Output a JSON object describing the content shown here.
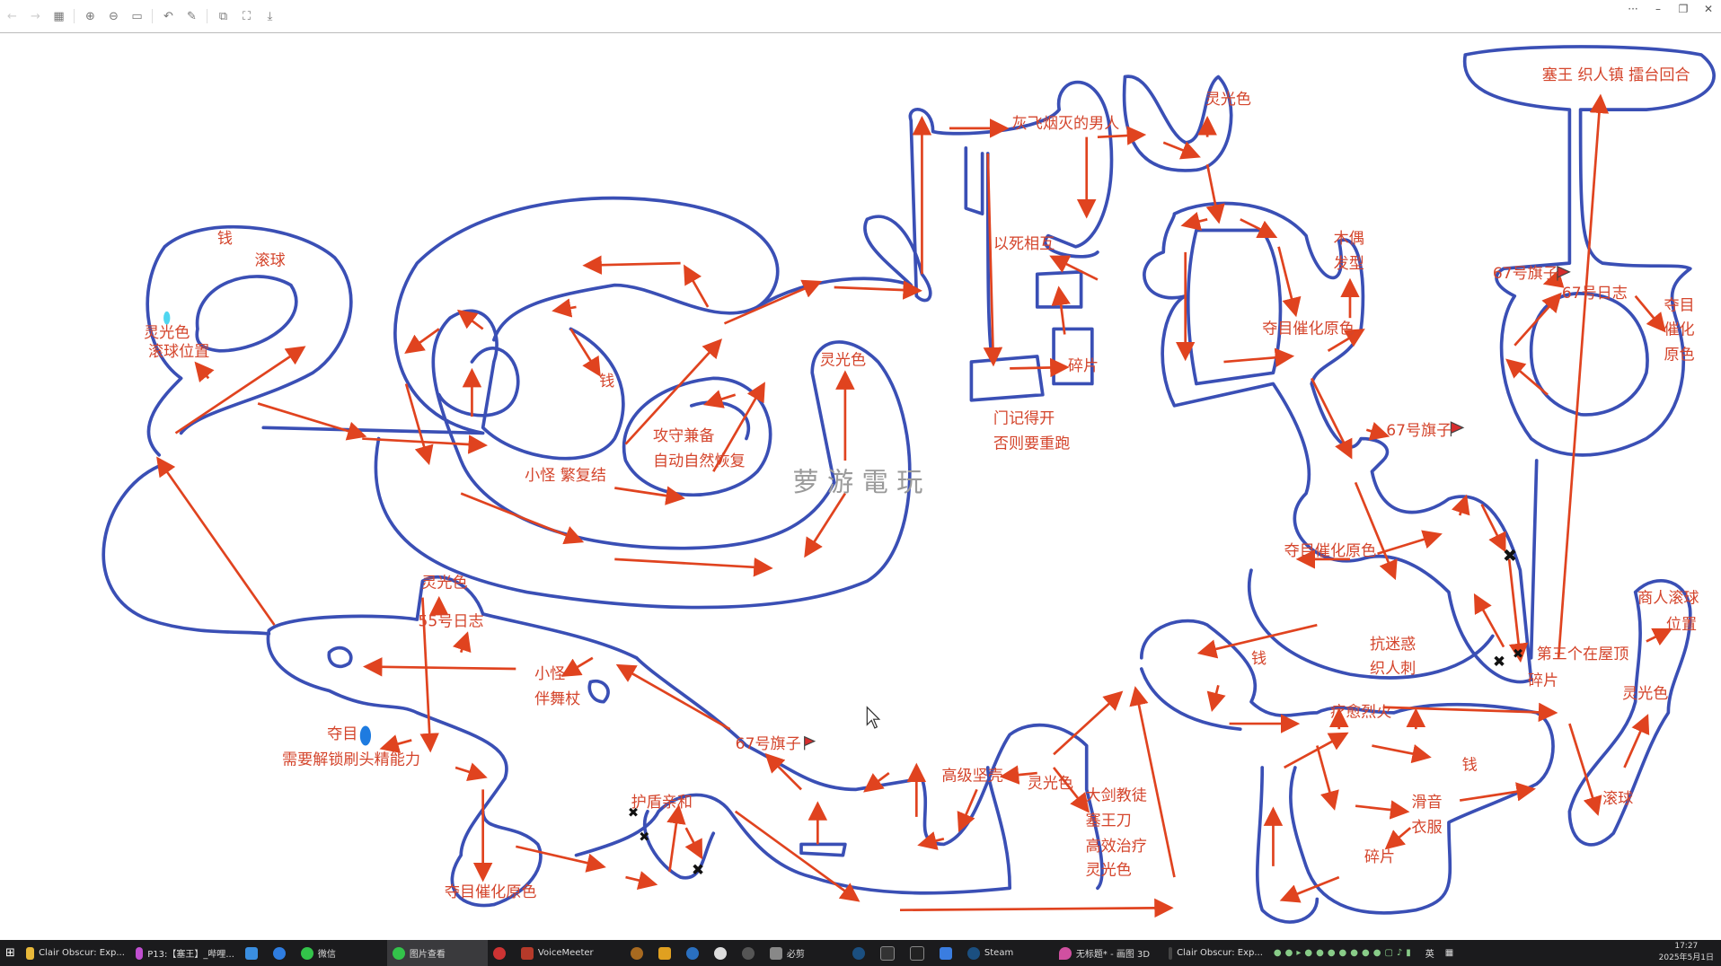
{
  "window": {
    "toolbar_icons": [
      "back-icon",
      "forward-icon",
      "grid-icon",
      "zoom-in-icon",
      "zoom-out-icon",
      "actual-size-icon",
      "rotate-icon",
      "edit-icon",
      "share-icon",
      "fullscreen-icon",
      "save-icon"
    ],
    "more": "···",
    "minimize": "–",
    "restore": "❐",
    "close": "✕"
  },
  "map": {
    "watermark": "萝 游 電 玩",
    "labels": [
      "钱",
      "滚球",
      "灵光色",
      "滚球位置",
      "钱",
      "灵光色",
      "攻守兼备",
      "自动自然恢复",
      "小怪 繁复结",
      "灰飞烟灭的男人",
      "以死相互",
      "碎片",
      "门记得开",
      "否则要重跑",
      "灵光色",
      "塞王 织人镇 擂台回合",
      "木偶",
      "发型",
      "夺目催化原色",
      "67号旗子",
      "67号日志",
      "夺目",
      "催化",
      "原色",
      "67号旗子",
      "夺目催化原色",
      "抗迷惑",
      "织人刺",
      "钱",
      "第三个在屋顶",
      "碎片",
      "商人滚球",
      "位置",
      "灵光色",
      "疗愈烈火",
      "钱",
      "滑音",
      "衣服",
      "碎片",
      "滚球",
      "高级坚壳",
      "灵光色",
      "大剑教徒",
      "塞王刀",
      "高效治疗",
      "灵光色",
      "护盾亲和",
      "67号旗子",
      "夺目催化原色",
      "灵光色",
      "55号日志",
      "小怪",
      "伴舞杖",
      "夺目",
      "需要解锁刷头精能力"
    ],
    "colors": {
      "outline": "#3a4fb5",
      "arrow": "#e0431f",
      "label": "#d4452c"
    }
  },
  "taskbar": {
    "items": [
      "Clair Obscur: Exp...",
      "P13:【塞王】_哔哩...",
      "微信",
      "图片查看",
      "VoiceMeeter",
      "必剪",
      "Steam",
      "无标题* - 画图 3D",
      "Clair Obscur: Exp..."
    ],
    "ime": "英",
    "time": "17:27",
    "date": "2025年5月1日"
  }
}
